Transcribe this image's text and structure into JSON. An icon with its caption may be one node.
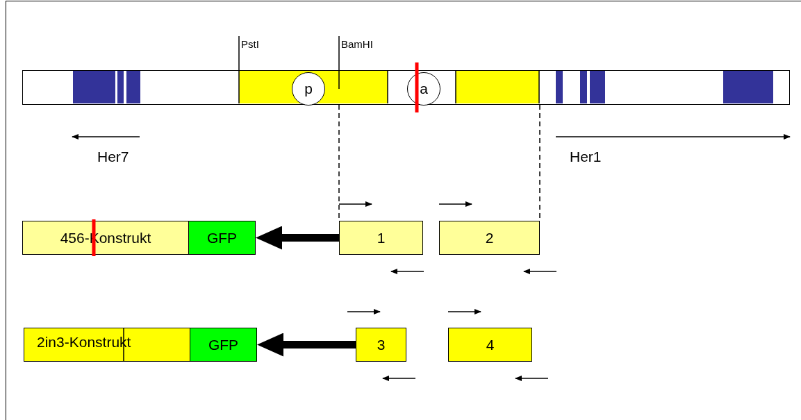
{
  "diagram": {
    "nodes": [
      {
        "text": [
          "PstI"
        ]
      },
      {
        "text": [
          "BamHI"
        ]
      },
      {
        "text": [],
        "shape": "bar"
      },
      {
        "text": [
          "p"
        ],
        "in": 2
      },
      {
        "text": [
          "a"
        ],
        "in": 2
      },
      {
        "text": [
          "456-Konstrukt"
        ]
      },
      {
        "text": [
          "GFP"
        ]
      },
      {
        "text": [
          "1"
        ]
      },
      {
        "text": [
          "2"
        ]
      },
      {
        "text": [
          "2in3-Konstrukt"
        ]
      },
      {
        "text": [
          "GFP"
        ]
      },
      {
        "text": [
          "3"
        ]
      },
      {
        "text": [
          "4"
        ]
      }
    ],
    "edges": [
      {
        "from": 0,
        "to": 2,
        "arrow": "none"
      },
      {
        "from": 1,
        "to": 2,
        "arrow": "none"
      },
      {
        "from": 2,
        "to": 7,
        "arrow": "none",
        "style": "dashed"
      },
      {
        "from": 2,
        "to": 8,
        "arrow": "none",
        "style": "dashed"
      },
      {
        "from": 7,
        "to": 6,
        "arrow": "to",
        "style": "thick"
      },
      {
        "from": 11,
        "to": 10,
        "arrow": "to",
        "style": "thick"
      }
    ],
    "labels": [
      "Her7",
      "Her1"
    ]
  }
}
